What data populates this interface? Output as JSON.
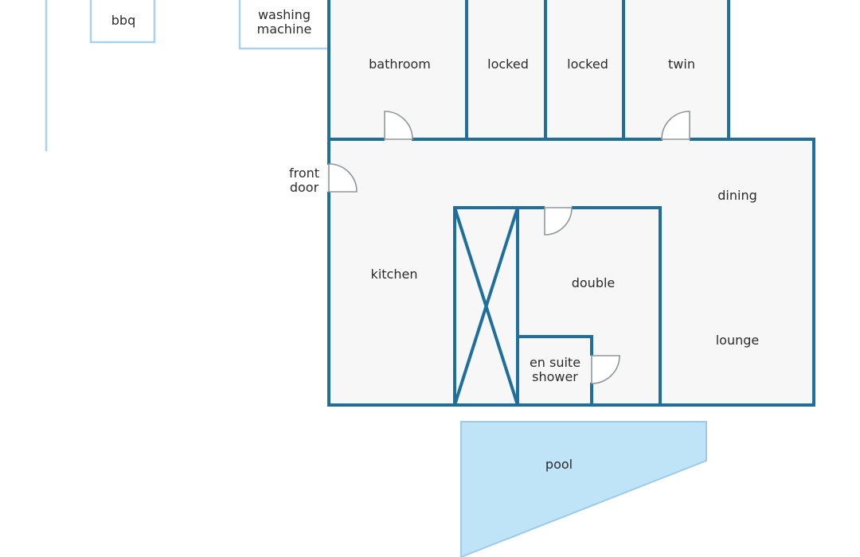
{
  "colors": {
    "wall": "#1f6f9c",
    "outline": "#a9d3ec",
    "pool": "#bfe3f7",
    "floor": "#f7f7f8",
    "door": "#8f979c",
    "text": "#2b2b2b"
  },
  "labels": {
    "bbq": "bbq",
    "washing_machine_line1": "washing",
    "washing_machine_line2": "machine",
    "bathroom": "bathroom",
    "locked_1": "locked",
    "locked_2": "locked",
    "twin": "twin",
    "front_door_line1": "front",
    "front_door_line2": "door",
    "dining": "dining",
    "kitchen": "kitchen",
    "double": "double",
    "en_suite_line1": "en suite",
    "en_suite_line2": "shower",
    "lounge": "lounge",
    "pool": "pool"
  }
}
